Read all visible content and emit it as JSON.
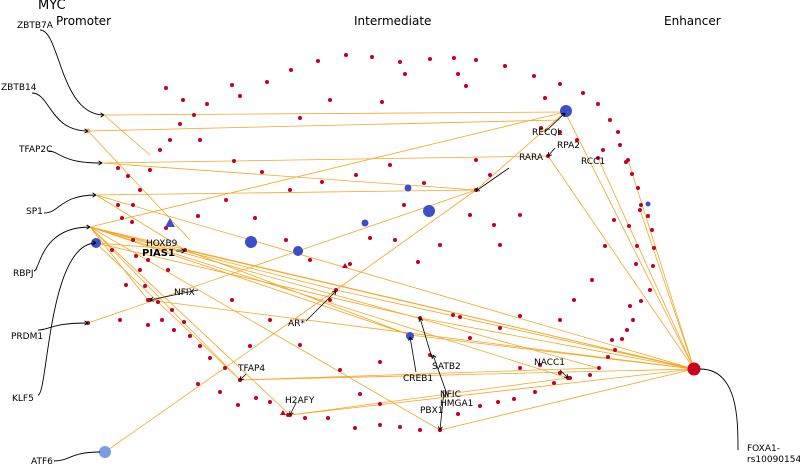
{
  "title": "MYC",
  "headers": {
    "promoter": "Promoter",
    "intermediate": "Intermediate",
    "enhancer": "Enhancer"
  },
  "promoter_labels": {
    "zbtb7a": "ZBTB7A",
    "zbtb14": "ZBTB14",
    "tfap2c": "TFAP2C",
    "sp1": "SP1",
    "rbpj": "RBPJ",
    "prdm1": "PRDM1",
    "klf5": "KLF5",
    "atf6": "ATF6"
  },
  "enhancer_label": "FOXA1-\nrs10090154",
  "enhancer_label_lines": [
    "FOXA1-",
    "rs10090154"
  ],
  "intermediate_labels": {
    "recql": "RECQL",
    "rpa2": "RPA2",
    "rara": "RARA",
    "rcc1": "RCC1",
    "hoxb9": "HOXB9",
    "pias1": "PIAS1",
    "nfix": "NFIX",
    "ar": "AR*",
    "satb2": "SATB2",
    "creb1": "CREB1",
    "nacc1": "NACC1",
    "tfap4": "TFAP4",
    "nfic": "NFIC",
    "hmga1": "HMGA1",
    "h2afy": "H2AFY",
    "pbx1": "PBX1"
  },
  "colors": {
    "edge": "#f5a623",
    "node_red": "#c0002a",
    "node_blue": "#3b4fc8",
    "node_lightblue": "#7b9be8",
    "node_tan": "#e8b27a",
    "enhancer_node": "#c8001e",
    "leader": "#000000"
  },
  "icons": {
    "arrow": "arrow-icon",
    "triangle": "triangle-marker"
  }
}
